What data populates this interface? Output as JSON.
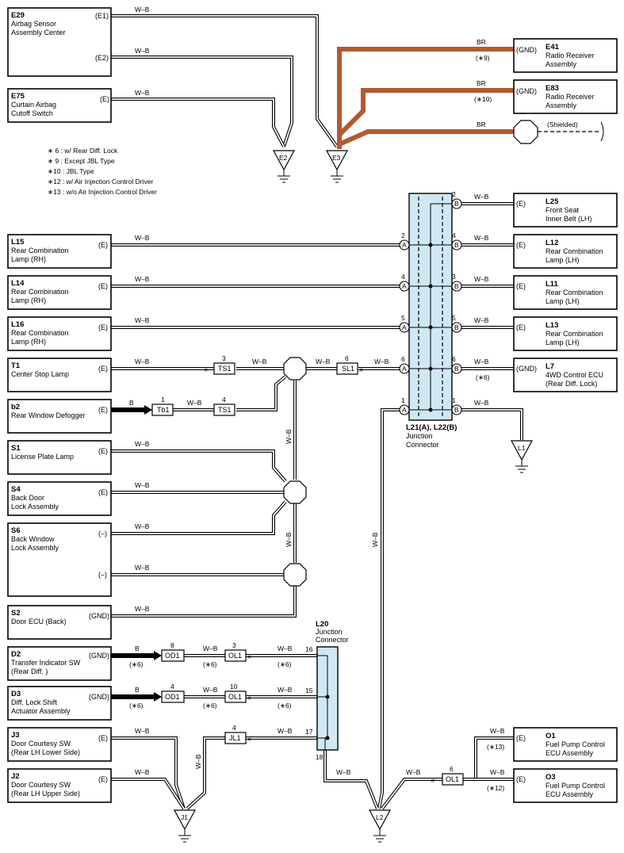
{
  "components": {
    "e29": {
      "code": "E29",
      "line1": "Airbag Sensor",
      "line2": "Assembly Center",
      "pin1": "(E1)",
      "pin2": "(E2)"
    },
    "e75": {
      "code": "E75",
      "line1": "Curtain Airbag",
      "line2": "Cutoff Switch",
      "pin": "(E)"
    },
    "e41": {
      "code": "E41",
      "line1": "Radio Receiver",
      "line2": "Assembly",
      "pin": "(GND)"
    },
    "e83": {
      "code": "E83",
      "line1": "Radio Receiver",
      "line2": "Assembly",
      "pin": "(GND)"
    },
    "l25": {
      "code": "L25",
      "line1": "Front Seat",
      "line2": "Inner Belt (LH)",
      "pin": "(E)"
    },
    "l15": {
      "code": "L15",
      "line1": "Rear Combination",
      "line2": "Lamp (RH)",
      "pin": "(E)"
    },
    "l12": {
      "code": "L12",
      "line1": "Rear Combination",
      "line2": "Lamp (LH)",
      "pin": "(E)"
    },
    "l14": {
      "code": "L14",
      "line1": "Rear Combination",
      "line2": "Lamp (RH)",
      "pin": "(E)"
    },
    "l11": {
      "code": "L11",
      "line1": "Rear Combination",
      "line2": "Lamp (LH)",
      "pin": "(E)"
    },
    "l16": {
      "code": "L16",
      "line1": "Rear Combination",
      "line2": "Lamp (RH)",
      "pin": "(E)"
    },
    "l13": {
      "code": "L13",
      "line1": "Rear Combination",
      "line2": "Lamp (LH)",
      "pin": "(E)"
    },
    "t1": {
      "code": "T1",
      "line1": "Center Stop Lamp",
      "pin": "(E)"
    },
    "l7": {
      "code": "L7",
      "line1": "4WD Control ECU",
      "line2": "(Rear Diff.  Lock)",
      "pin": "(GND)"
    },
    "b2": {
      "code": "b2",
      "line1": "Rear Window Defogger",
      "pin": "(E)"
    },
    "s1": {
      "code": "S1",
      "line1": "License Plate Lamp",
      "pin": "(E)"
    },
    "s4": {
      "code": "S4",
      "line1": "Back Door",
      "line2": "Lock Assembly",
      "pin": "(E)"
    },
    "s6": {
      "code": "S6",
      "line1": "Back Window",
      "line2": "Lock Assembly",
      "pin1": "(–)",
      "pin2": "(–)"
    },
    "s2": {
      "code": "S2",
      "line1": "Door ECU (Back)",
      "pin": "(GND)"
    },
    "d2": {
      "code": "D2",
      "line1": "Transfer Indicator SW",
      "line2": "(Rear Diff. )",
      "pin": "(GND)"
    },
    "d3": {
      "code": "D3",
      "line1": "Diff.  Lock Shift",
      "line2": "Actuator Assembly",
      "pin": "(GND)"
    },
    "j3": {
      "code": "J3",
      "line1": "Door Courtesy SW",
      "line2": "(Rear LH Lower Side)",
      "pin": "(E)"
    },
    "j2": {
      "code": "J2",
      "line1": "Door Courtesy SW",
      "line2": "(Rear LH Upper Side)",
      "pin": "(E)"
    },
    "o1": {
      "code": "O1",
      "line1": "Fuel Pump Control",
      "line2": "ECU Assembly",
      "pin": "(E)"
    },
    "o3": {
      "code": "O3",
      "line1": "Fuel Pump Control",
      "line2": "ECU Assembly",
      "pin": "(E)"
    }
  },
  "junctions": {
    "l21": {
      "label": "L21(A), L22(B)",
      "line1": "Junction",
      "line2": "Connector",
      "a": "A",
      "b": "B"
    },
    "l20": {
      "code": "L20",
      "line1": "Junction",
      "line2": "Connector"
    }
  },
  "grounds": {
    "e2": "E2",
    "e3": "E3",
    "l1": "L1",
    "j1": "J1",
    "l2": "L2"
  },
  "connectors": {
    "ts1": "TS1",
    "sl1": "SL1",
    "tb1": "Tb1",
    "od1": "OD1",
    "ol1": "OL1",
    "jl1": "JL1"
  },
  "wire_colors": {
    "wb": "W–B",
    "br": "BR",
    "b": "B"
  },
  "pins": {
    "p1": "1",
    "p2": "2",
    "p3": "3",
    "p4": "4",
    "p5": "5",
    "p6": "6",
    "p8": "8",
    "p10": "10",
    "p15": "15",
    "p16": "16",
    "p17": "17",
    "p18": "18"
  },
  "notes": {
    "n6": "∗ 6 : w/ Rear Diff.  Lock",
    "n9": "∗ 9 : Except JBL Type",
    "n10": "∗10 : JBL Type",
    "n12": "∗12 : w/ Air Injection Control Driver",
    "n13": "∗13 : w/o Air Injection Control Driver"
  },
  "marks": {
    "m6": "(∗6)",
    "m9": "(∗9)",
    "m10": "(∗10)",
    "m12": "(∗12)",
    "m13": "(∗13)",
    "shielded": "(Shielded)"
  },
  "colors": {
    "brown_wire": "#b25a33",
    "junction_fill": "#cfe8f3",
    "wire_black": "#000000"
  }
}
